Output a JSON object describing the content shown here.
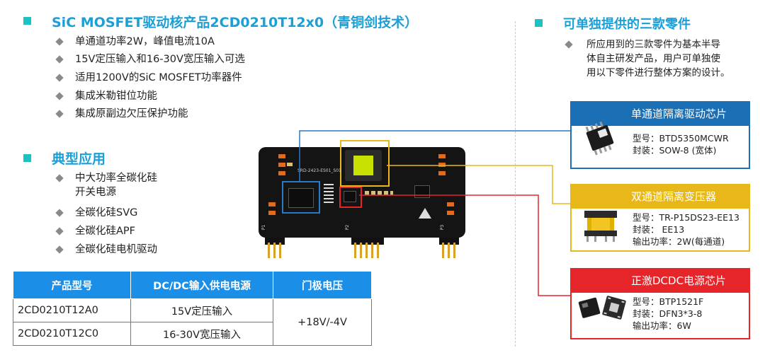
{
  "left": {
    "title": "SiC MOSFET驱动核产品2CD0210T12x0（青铜剑技术）",
    "bullets": [
      "单通道功率2W，峰值电流10A",
      "15V定压输入和16-30V宽压输入可选",
      "适用1200V的SiC MOSFET功率器件",
      "集成米勒钳位功能",
      "集成原副边欠压保护功能"
    ],
    "app_title": "典型应用",
    "app_bullets": [
      "中大功率全碳化硅",
      "开关电源",
      "全碳化硅SVG",
      "全碳化硅APF",
      "全碳化硅电机驱动"
    ]
  },
  "table": {
    "headers": [
      "产品型号",
      "DC/DC输入供电电源",
      "门极电压"
    ],
    "rows": [
      {
        "model": "2CD0210T12A0",
        "supply": "15V定压输入"
      },
      {
        "model": "2CD0210T12C0",
        "supply": "16-30V宽压输入"
      }
    ],
    "gate_voltage": "+18V/-4V"
  },
  "right": {
    "title": "可单独提供的三款零件",
    "desc": [
      "所应用到的三款零件为基本半导",
      "体自主研发产品，用户可单独使",
      "用以下零件进行整体方案的设计。"
    ]
  },
  "parts": [
    {
      "name": "单通道隔离驱动芯片",
      "color": "#1b6fb5",
      "lines": [
        "型号：BTD5350MCWR",
        "封装：SOW-8 (宽体)"
      ]
    },
    {
      "name": "双通道隔离变压器",
      "color": "#e8b71a",
      "lines": [
        "型号：TR-P15DS23-EE13",
        "封装： EE13",
        "输出功率：2W(每通道)"
      ]
    },
    {
      "name": "正激DCDC电源芯片",
      "color": "#e5252a",
      "lines": [
        "型号：BTP1521F",
        "封装：DFN3*3-8",
        "输出功率：6W"
      ]
    }
  ],
  "board": {
    "silk_label": "SRD-2423-ES01_S01",
    "connectors": [
      "P1",
      "P2",
      "P3"
    ]
  },
  "colors": {
    "accent_teal": "#19c3c3",
    "title_blue": "#1b9fd6",
    "table_blue": "#1b8fe8"
  }
}
